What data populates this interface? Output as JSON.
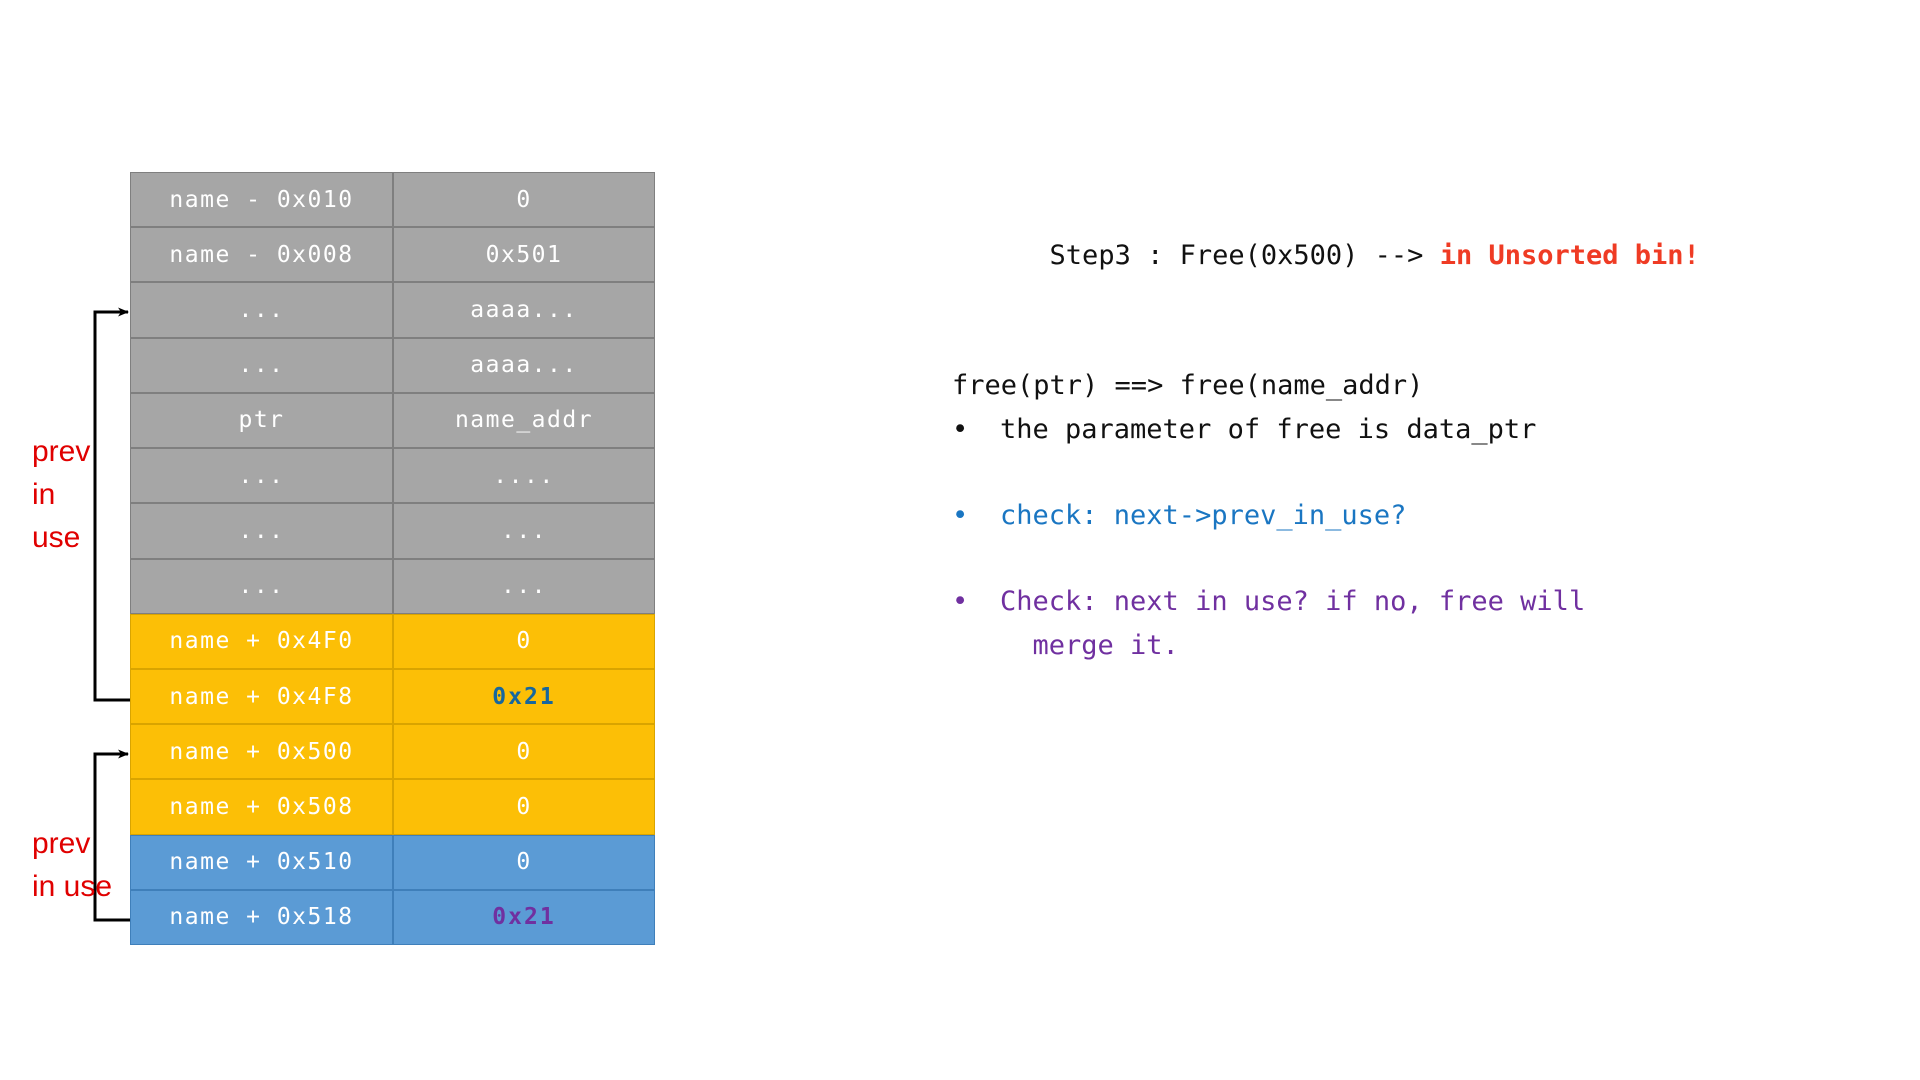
{
  "colors": {
    "gray_fill": "#a6a6a6",
    "orange_fill": "#fcbf06",
    "blue_fill": "#5b9bd5",
    "accent_red": "#ef3b24",
    "annotation_red": "#e00000",
    "accent_blue": "#1a76c2",
    "accent_purple": "#7030a0",
    "size_blue": "#16679e"
  },
  "memory_table": {
    "rows": [
      {
        "address": "name - 0x010",
        "value": "0",
        "fill": "gray",
        "value_style": "plain"
      },
      {
        "address": "name - 0x008",
        "value": "0x501",
        "fill": "gray",
        "value_style": "plain"
      },
      {
        "address": "...",
        "value": "aaaa...",
        "fill": "gray",
        "value_style": "plain"
      },
      {
        "address": "...",
        "value": "aaaa...",
        "fill": "gray",
        "value_style": "plain"
      },
      {
        "address": "ptr",
        "value": "name_addr",
        "fill": "gray",
        "value_style": "plain"
      },
      {
        "address": "...",
        "value": "....",
        "fill": "gray",
        "value_style": "plain"
      },
      {
        "address": "...",
        "value": "...",
        "fill": "gray",
        "value_style": "plain"
      },
      {
        "address": "...",
        "value": "...",
        "fill": "gray",
        "value_style": "plain"
      },
      {
        "address": "name + 0x4F0",
        "value": "0",
        "fill": "orange",
        "value_style": "plain"
      },
      {
        "address": "name + 0x4F8",
        "value": "0x21",
        "fill": "orange",
        "value_style": "blue"
      },
      {
        "address": "name + 0x500",
        "value": "0",
        "fill": "orange",
        "value_style": "plain"
      },
      {
        "address": "name + 0x508",
        "value": "0",
        "fill": "orange",
        "value_style": "plain"
      },
      {
        "address": "name + 0x510",
        "value": "0",
        "fill": "blue",
        "value_style": "plain"
      },
      {
        "address": "name + 0x518",
        "value": "0x21",
        "fill": "blue",
        "value_style": "purple"
      }
    ]
  },
  "annotations": {
    "prev_in_use_top": "prev\nin\nuse",
    "prev_in_use_bottom": "prev\nin use"
  },
  "notes": {
    "step_prefix": "Step3 : Free(0x500) --> ",
    "step_highlight": "in Unsorted bin!",
    "free_mapping": "free(ptr) ==> free(name_addr)",
    "bullets": [
      {
        "marker": "•",
        "text": "the parameter of free is data_ptr",
        "style": "plain"
      },
      {
        "marker": "•",
        "text": "check: next->prev_in_use?",
        "style": "blue"
      },
      {
        "marker": "•",
        "text": "Check: next in use? if no, free will\n  merge it.",
        "style": "purple"
      }
    ]
  }
}
